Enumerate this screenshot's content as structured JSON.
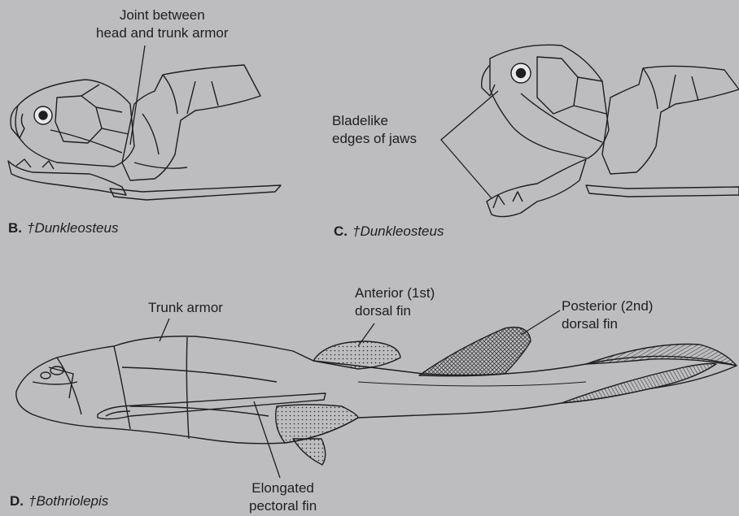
{
  "panels": {
    "B": {
      "letter": "B.",
      "taxon": "†Dunkleosteus",
      "labels": {
        "joint_line1": "Joint between",
        "joint_line2": "head and trunk armor"
      }
    },
    "C": {
      "letter": "C.",
      "taxon": "†Dunkleosteus",
      "labels": {
        "jaws_line1": "Bladelike",
        "jaws_line2": "edges of jaws"
      }
    },
    "D": {
      "letter": "D.",
      "taxon": "†Bothriolepis",
      "labels": {
        "trunk_armor": "Trunk armor",
        "anterior_line1": "Anterior (1st)",
        "anterior_line2": "dorsal fin",
        "posterior_line1": "Posterior (2nd)",
        "posterior_line2": "dorsal fin",
        "pectoral_line1": "Elongated",
        "pectoral_line2": "pectoral fin"
      }
    }
  },
  "colors": {
    "background": "#bdbdc0",
    "ink": "#1e1e22"
  }
}
